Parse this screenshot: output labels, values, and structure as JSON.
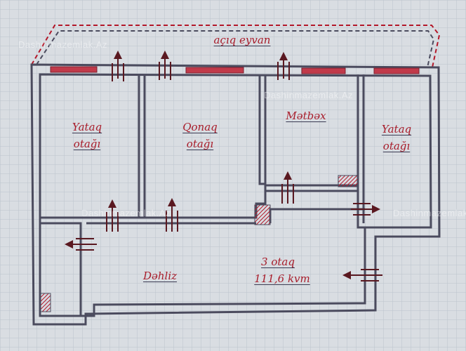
{
  "plan": {
    "balcony_label": "açıq eyvan",
    "rooms": {
      "bedroom_left": [
        "Yataq",
        "otağı"
      ],
      "living_room": [
        "Qonaq",
        "otağı"
      ],
      "kitchen": [
        "Mətbəx"
      ],
      "bedroom_right": [
        "Yataq",
        "otağı"
      ],
      "hallway": [
        "Dəhliz"
      ],
      "summary": [
        "3 otaq",
        "111,6 kvm"
      ]
    }
  },
  "watermark": "Dashinmazemlak.Az",
  "colors": {
    "paper": "#d9dde2",
    "grid": "#b9c2cb",
    "wall": "#4b4b5e",
    "accent": "#b3182a"
  }
}
